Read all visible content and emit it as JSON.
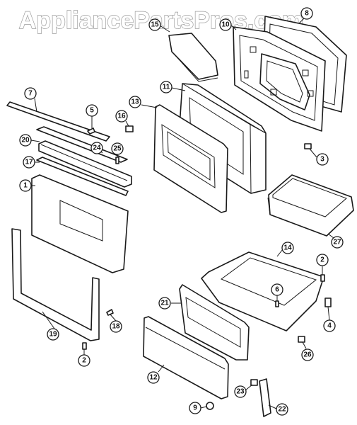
{
  "watermark": "AppliancePartsPros.com",
  "callouts": {
    "p1": "1",
    "p2a": "2",
    "p2b": "2",
    "p3": "3",
    "p4": "4",
    "p5": "5",
    "p6": "6",
    "p7": "7",
    "p8": "8",
    "p9": "9",
    "p10": "10",
    "p11": "11",
    "p12": "12",
    "p13": "13",
    "p14": "14",
    "p15": "15",
    "p16": "16",
    "p17": "17",
    "p18": "18",
    "p19": "19",
    "p20": "20",
    "p21": "21",
    "p22": "22",
    "p23": "23",
    "p24": "24",
    "p25": "25",
    "p26": "26",
    "p27": "27"
  }
}
